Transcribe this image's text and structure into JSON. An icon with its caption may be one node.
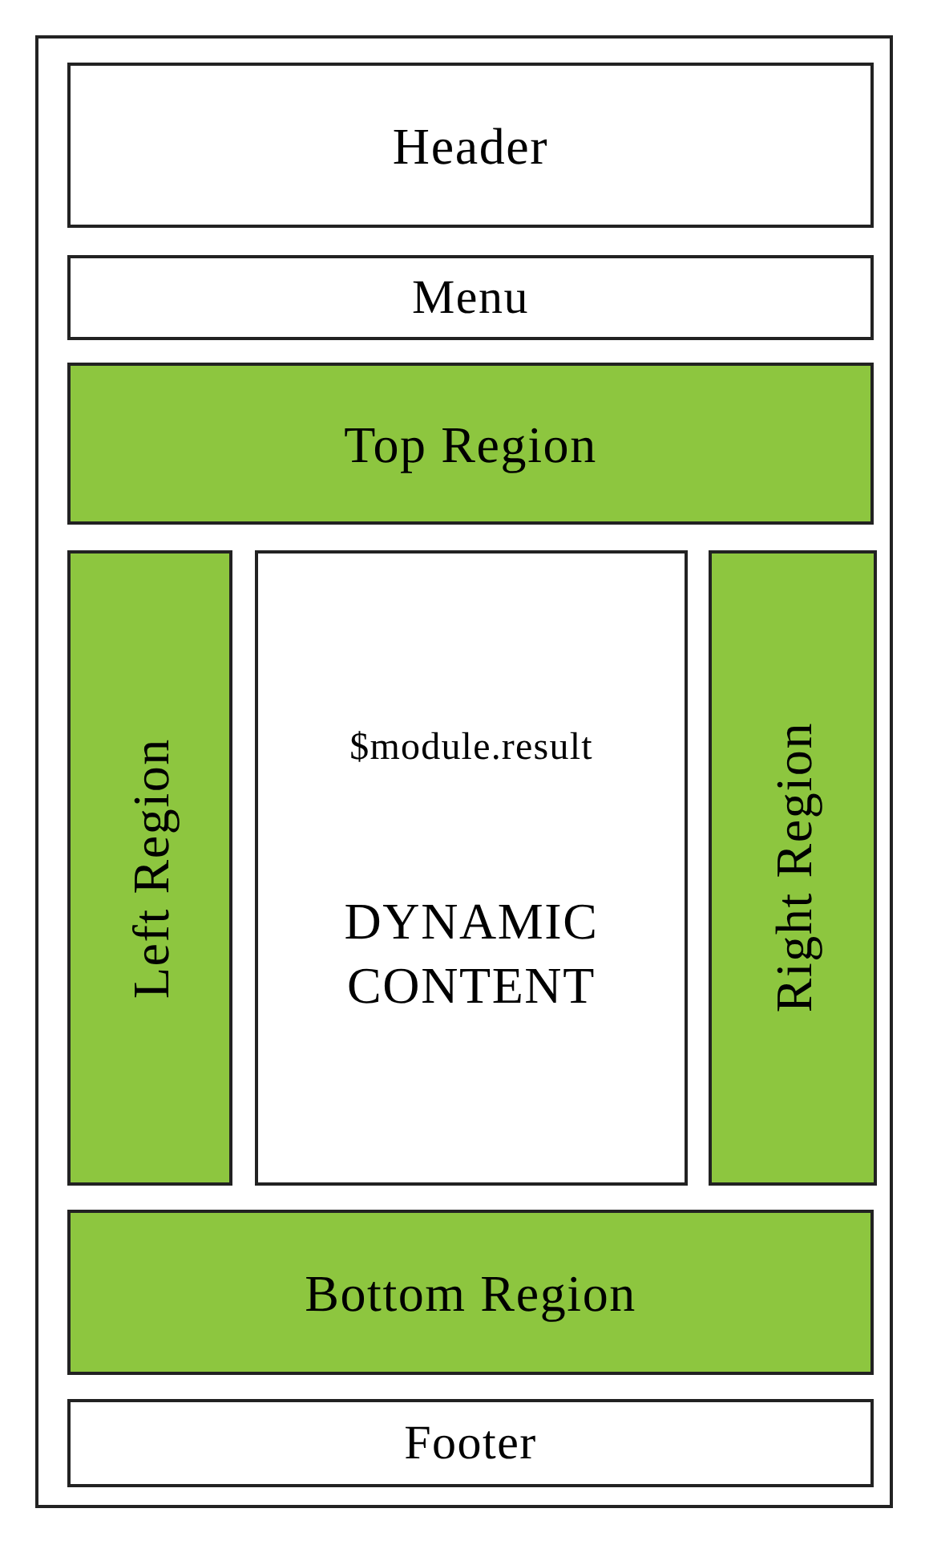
{
  "diagram": {
    "nodes": [
      {
        "text": [],
        "shape": "box"
      },
      {
        "text": [
          "Header"
        ],
        "in": 0
      },
      {
        "text": [
          "Menu"
        ],
        "in": 0
      },
      {
        "text": [
          "Top Region"
        ],
        "in": 0
      },
      {
        "text": [
          "Left Region"
        ],
        "in": 0
      },
      {
        "text": [
          "$module.result",
          "DYNAMIC CONTENT"
        ],
        "in": 0
      },
      {
        "text": [
          "Right Region"
        ],
        "in": 0
      },
      {
        "text": [
          "Bottom Region"
        ],
        "in": 0
      },
      {
        "text": [
          "Footer"
        ],
        "in": 0
      }
    ]
  }
}
